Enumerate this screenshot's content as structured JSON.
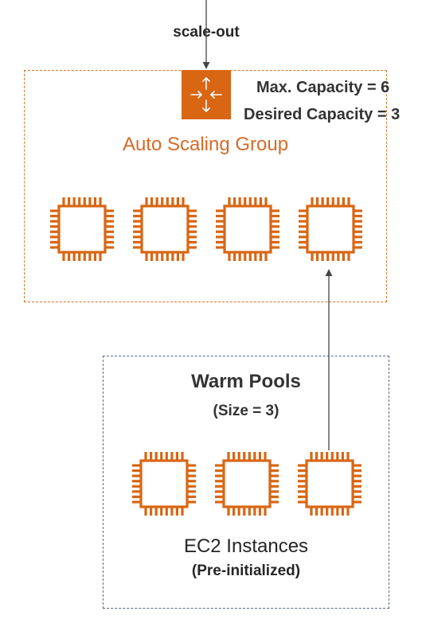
{
  "diagram": {
    "scale_out_label": "scale-out",
    "asg": {
      "max_capacity": "Max. Capacity = 6",
      "desired_capacity": "Desired Capacity = 3",
      "label": "Auto Scaling Group",
      "icon": "auto-scaling-icon",
      "instance_count": 4
    },
    "warm_pool": {
      "title": "Warm Pools",
      "size": "(Size = 3)",
      "instance_count": 3,
      "instances_label": "EC2 Instances",
      "instances_sublabel": "(Pre-initialized)"
    },
    "colors": {
      "instance_orange": "#d86613",
      "asg_border": "#d9732e",
      "warm_border": "#5b6b80",
      "arrow": "#444444"
    }
  }
}
